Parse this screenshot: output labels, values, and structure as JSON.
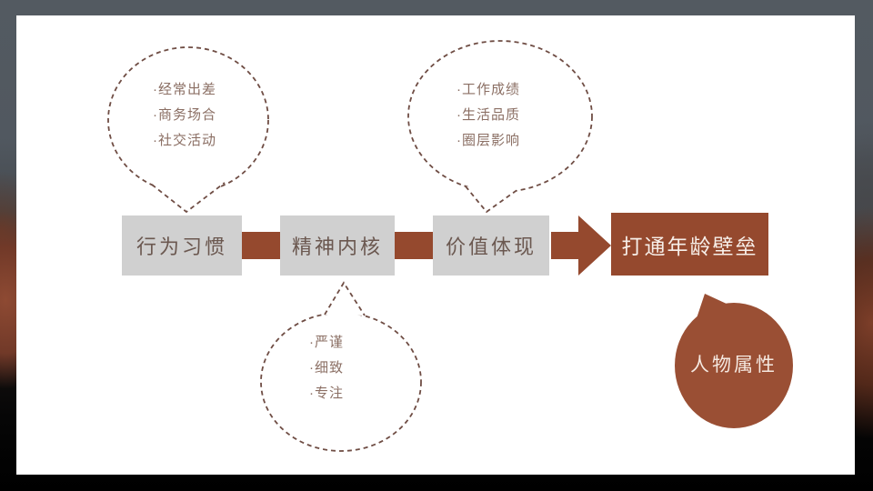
{
  "colors": {
    "accent_brown": "#95492e",
    "badge_brown": "#9a4f34",
    "step_box_grey": "#d0d0d0",
    "step_text": "#6b5850",
    "bubble_outline": "#6f4d44",
    "bubble_text": "#8b6f64",
    "result_text": "#f7efe9",
    "backdrop_slate": "#535a61"
  },
  "flow": {
    "steps": [
      {
        "label": "行为习惯"
      },
      {
        "label": "精神内核"
      },
      {
        "label": "价值体现"
      }
    ],
    "result": {
      "label": "打通年龄壁垒"
    }
  },
  "bubbles": {
    "behavior": {
      "items": [
        "·经常出差",
        "·商务场合",
        "·社交活动"
      ]
    },
    "values": {
      "items": [
        "·工作成绩",
        "·生活品质",
        "·圈层影响"
      ]
    },
    "spirit": {
      "items": [
        "·严谨",
        "·细致",
        "·专注"
      ]
    }
  },
  "badge": {
    "label": "人物属性"
  }
}
